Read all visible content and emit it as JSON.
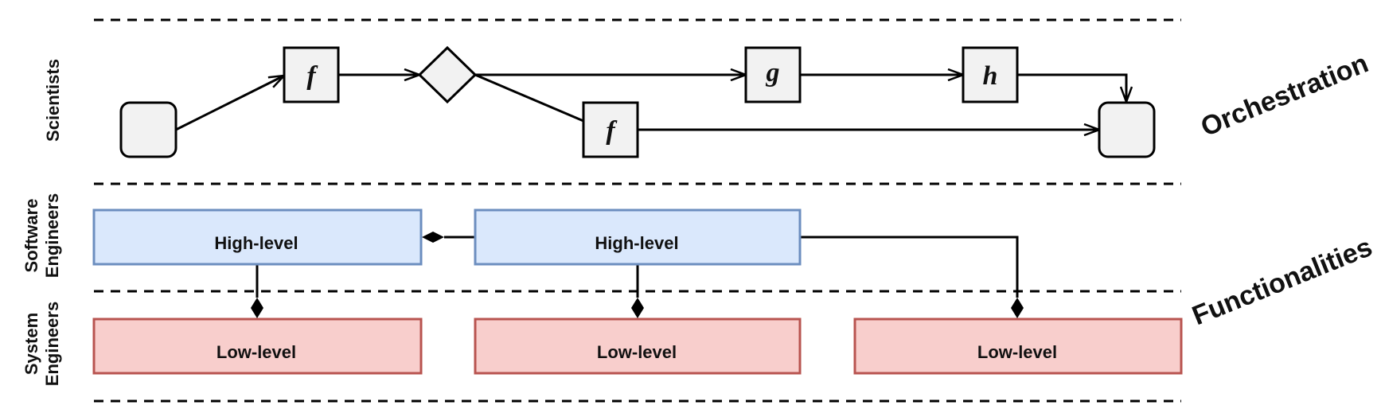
{
  "lanes": {
    "scientists": "Scientists",
    "software_engineers_1": "Software",
    "software_engineers_2": "Engineers",
    "system_engineers_1": "System",
    "system_engineers_2": "Engineers"
  },
  "bands": {
    "orchestration": "Orchestration",
    "functionalities": "Functionalities"
  },
  "workflow": {
    "task_f_top": "f",
    "task_g": "g",
    "task_h": "h",
    "task_f_bottom": "f"
  },
  "components": {
    "high_level_left": "High-level",
    "high_level_mid": "High-level",
    "low_level_left": "Low-level",
    "low_level_mid": "Low-level",
    "low_level_right": "Low-level"
  },
  "colors": {
    "task_fill": "#f2f2f2",
    "high_level_fill": "#dae8fc",
    "high_level_stroke": "#6c8ebf",
    "low_level_fill": "#f8cecc",
    "low_level_stroke": "#b85450"
  }
}
